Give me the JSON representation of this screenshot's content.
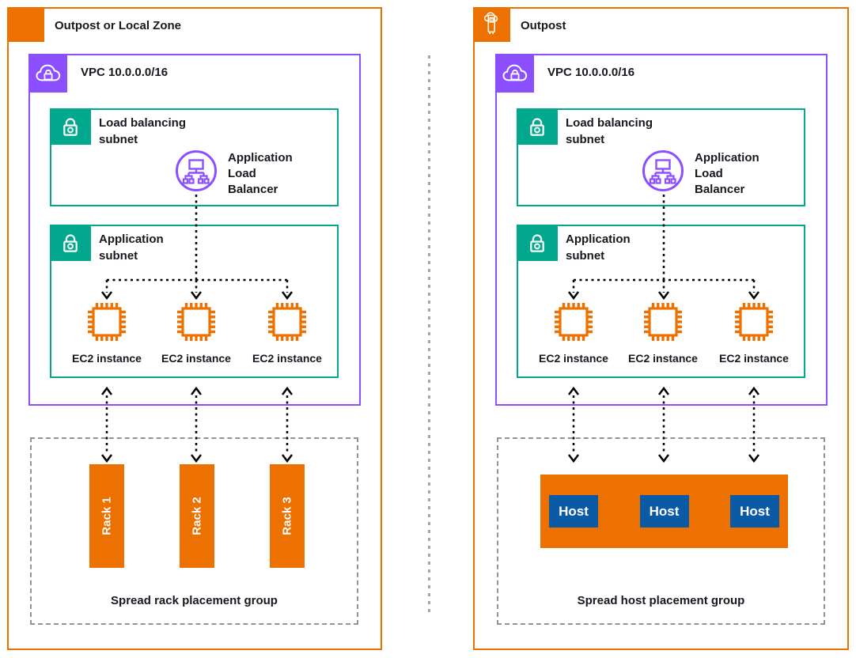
{
  "colors": {
    "orange": "#ED7100",
    "purple": "#8C4FFF",
    "teal": "#01A88D",
    "host_blue": "#0B5AA5",
    "dashed_gray": "#8C949E",
    "text": "#16191F"
  },
  "panels": {
    "left": {
      "title": "Outpost or Local Zone",
      "vpc_title": "VPC 10.0.0.0/16",
      "lb_subnet_title": "Load balancing\nsubnet",
      "alb_label": "Application\nLoad\nBalancer",
      "app_subnet_title": "Application\nsubnet",
      "instances": [
        "EC2 instance",
        "EC2 instance",
        "EC2 instance"
      ],
      "placement_group_label": "Spread rack placement group",
      "racks": [
        "Rack 1",
        "Rack 2",
        "Rack 3"
      ]
    },
    "right": {
      "title": "Outpost",
      "vpc_title": "VPC 10.0.0.0/16",
      "lb_subnet_title": "Load balancing\nsubnet",
      "alb_label": "Application\nLoad\nBalancer",
      "app_subnet_title": "Application\nsubnet",
      "instances": [
        "EC2 instance",
        "EC2 instance",
        "EC2 instance"
      ],
      "placement_group_label": "Spread host placement group",
      "hosts": [
        "Host",
        "Host",
        "Host"
      ]
    }
  }
}
